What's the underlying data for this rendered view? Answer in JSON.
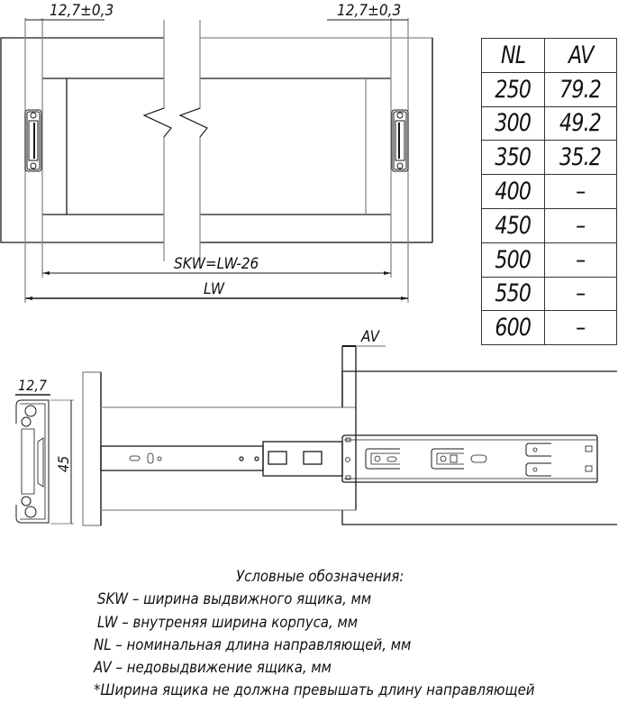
{
  "top_view": {
    "dim_left": "12,7±0,3",
    "dim_right": "12,7±0,3",
    "dim_skw": "SKW=LW-26",
    "dim_lw": "LW"
  },
  "table": {
    "headers": [
      "NL",
      "AV"
    ],
    "rows": [
      {
        "nl": "250",
        "av": "79.2"
      },
      {
        "nl": "300",
        "av": "49.2"
      },
      {
        "nl": "350",
        "av": "35.2"
      },
      {
        "nl": "400",
        "av": "–"
      },
      {
        "nl": "450",
        "av": "–"
      },
      {
        "nl": "500",
        "av": "–"
      },
      {
        "nl": "550",
        "av": "–"
      },
      {
        "nl": "600",
        "av": "–"
      }
    ]
  },
  "side_view": {
    "dim_av": "AV",
    "profile_width": "12,7",
    "profile_height": "45"
  },
  "legend": {
    "title": "Условные обозначения:",
    "items": [
      "SKW – ширина выдвижного ящика, мм",
      "LW – внутреняя ширина корпуса, мм",
      "NL – номинальная длина направляющей, мм",
      "AV – недовыдвижение ящика, мм",
      "*Ширина ящика не должна превышать длину направляющей"
    ]
  },
  "colors": {
    "line_dark": "#1a1a1a",
    "line_gray": "#8a8a8a",
    "background": "#ffffff"
  }
}
